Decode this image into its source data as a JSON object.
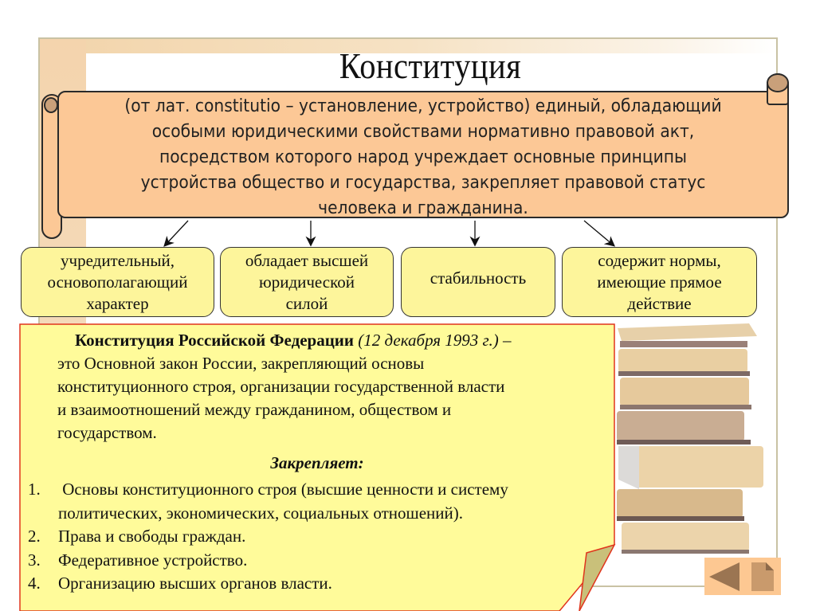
{
  "slide": {
    "title": "Конституция",
    "definition": "(от лат. constitutio – установление, устройство) единый, обладающий особыми юридическими свойствами нормативно правовой акт, посредством которого народ учреждает основные принципы устройства общество и государства, закрепляет правовой статус человека и гражданина.",
    "definition_lines": [
      "(от лат. constitutio – установление, устройство) единый, обладающий",
      "особыми юридическими свойствами нормативно правовой акт,",
      "посредством которого народ учреждает основные принципы",
      "устройства общество и государства, закрепляет правовой статус",
      "человека и гражданина."
    ],
    "properties": [
      {
        "lines": [
          "учредительный,",
          "основополагающий",
          "характер"
        ]
      },
      {
        "lines": [
          "обладает высшей",
          "юридической",
          "силой"
        ]
      },
      {
        "lines": [
          "стабильность"
        ]
      },
      {
        "lines": [
          "содержит нормы,",
          "имеющие прямое",
          "действие"
        ]
      }
    ],
    "note": {
      "bold_lead": "Конституция Российской Федерации",
      "italic_date": "(12 декабря 1993 г.)",
      "dash": " –",
      "lines": [
        "это Основной закон России, закрепляющий основы",
        "конституционного строя, организации государственной власти",
        "и взаимоотношений между гражданином, обществом и",
        "государством."
      ],
      "subheading": "Закрепляет:",
      "items": [
        {
          "num": "1.",
          "lines": [
            " Основы конституционного строя (высшие ценности и систему",
            "политических, экономических, социальных отношений)."
          ]
        },
        {
          "num": "2.",
          "lines": [
            "Права и свободы граждан."
          ]
        },
        {
          "num": "3.",
          "lines": [
            "Федеративное устройство."
          ]
        },
        {
          "num": "4.",
          "lines": [
            "Организацию высших органов власти."
          ]
        }
      ]
    },
    "illustration": "stack-of-books-image",
    "nav": {
      "prev_icon": "triangle-left-icon",
      "doc_icon": "document-icon"
    }
  },
  "colors": {
    "scroll_fill": "#fcc896",
    "property_fill": "#fdf59b",
    "note_fill": "#fffb9a",
    "note_border": "#e0341c",
    "frame_band": "#f4d4ad",
    "nav_fill": "#fdc892",
    "nav_icon": "#9b7552"
  }
}
